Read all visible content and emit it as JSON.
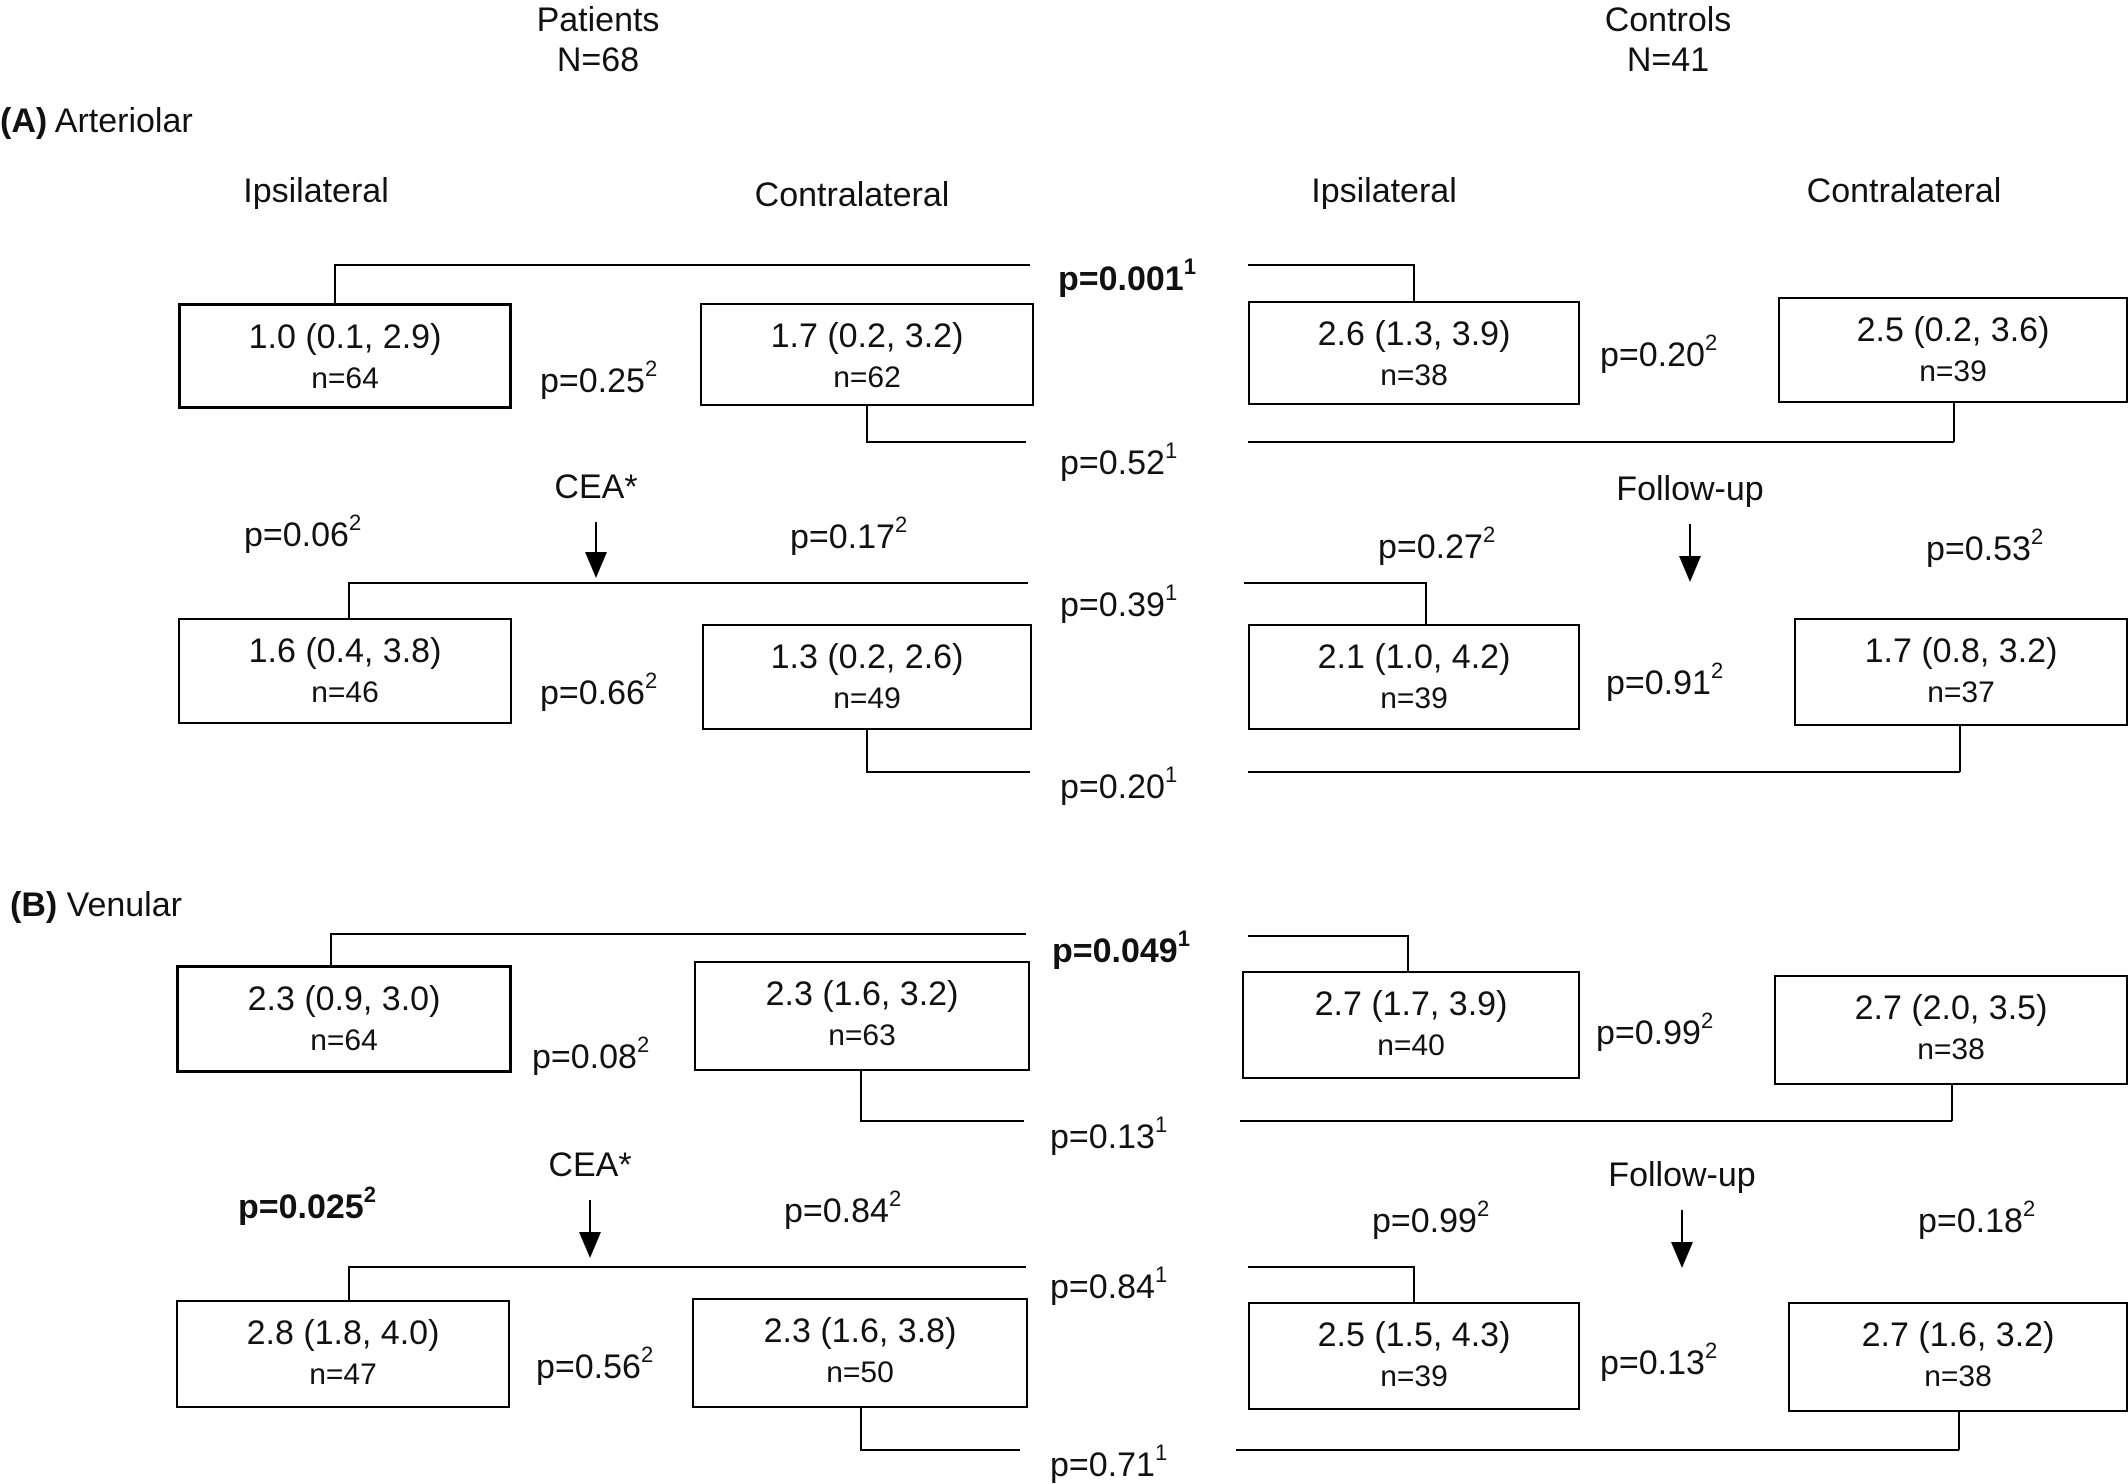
{
  "header": {
    "patients_label": "Patients",
    "patients_n": "N=68",
    "controls_label": "Controls",
    "controls_n": "N=41"
  },
  "panels": [
    {
      "letter": "(A)",
      "title": "Arteriolar",
      "col_labels": [
        "Ipsilateral",
        "Contralateral",
        "Ipsilateral",
        "Contralateral"
      ],
      "boxes": [
        {
          "value": "1.0 (0.1, 2.9)",
          "n": "n=64"
        },
        {
          "value": "1.7 (0.2, 3.2)",
          "n": "n=62"
        },
        {
          "value": "2.6 (1.3, 3.9)",
          "n": "n=38"
        },
        {
          "value": "2.5 (0.2, 3.6)",
          "n": "n=39"
        },
        {
          "value": "1.6 (0.4, 3.8)",
          "n": "n=46"
        },
        {
          "value": "1.3 (0.2, 2.6)",
          "n": "n=49"
        },
        {
          "value": "2.1 (1.0, 4.2)",
          "n": "n=39"
        },
        {
          "value": "1.7 (0.8, 3.2)",
          "n": "n=37"
        }
      ],
      "pvalues": [
        {
          "text": "p=0.001",
          "sup": "1"
        },
        {
          "text": "p=0.25",
          "sup": "2"
        },
        {
          "text": "p=0.20",
          "sup": "2"
        },
        {
          "text": "p=0.52",
          "sup": "1"
        },
        {
          "text": "p=0.06",
          "sup": "2"
        },
        {
          "text": "p=0.17",
          "sup": "2"
        },
        {
          "text": "p=0.27",
          "sup": "2"
        },
        {
          "text": "p=0.53",
          "sup": "2"
        },
        {
          "text": "p=0.39",
          "sup": "1"
        },
        {
          "text": "p=0.66",
          "sup": "2"
        },
        {
          "text": "p=0.91",
          "sup": "2"
        },
        {
          "text": "p=0.20",
          "sup": "1"
        }
      ],
      "intervention_label": "CEA*",
      "followup_label": "Follow-up"
    },
    {
      "letter": "(B)",
      "title": "Venular",
      "boxes": [
        {
          "value": "2.3 (0.9, 3.0)",
          "n": "n=64"
        },
        {
          "value": "2.3 (1.6, 3.2)",
          "n": "n=63"
        },
        {
          "value": "2.7 (1.7, 3.9)",
          "n": "n=40"
        },
        {
          "value": "2.7 (2.0, 3.5)",
          "n": "n=38"
        },
        {
          "value": "2.8 (1.8, 4.0)",
          "n": "n=47"
        },
        {
          "value": "2.3 (1.6, 3.8)",
          "n": "n=50"
        },
        {
          "value": "2.5 (1.5, 4.3)",
          "n": "n=39"
        },
        {
          "value": "2.7 (1.6, 3.2)",
          "n": "n=38"
        }
      ],
      "pvalues": [
        {
          "text": "p=0.049",
          "sup": "1"
        },
        {
          "text": "p=0.08",
          "sup": "2"
        },
        {
          "text": "p=0.99",
          "sup": "2"
        },
        {
          "text": "p=0.13",
          "sup": "1"
        },
        {
          "text": "p=0.025",
          "sup": "2"
        },
        {
          "text": "p=0.84",
          "sup": "2"
        },
        {
          "text": "p=0.99",
          "sup": "2"
        },
        {
          "text": "p=0.18",
          "sup": "2"
        },
        {
          "text": "p=0.84",
          "sup": "1"
        },
        {
          "text": "p=0.56",
          "sup": "2"
        },
        {
          "text": "p=0.13",
          "sup": "2"
        },
        {
          "text": "p=0.71",
          "sup": "1"
        }
      ],
      "intervention_label": "CEA*",
      "followup_label": "Follow-up"
    }
  ]
}
